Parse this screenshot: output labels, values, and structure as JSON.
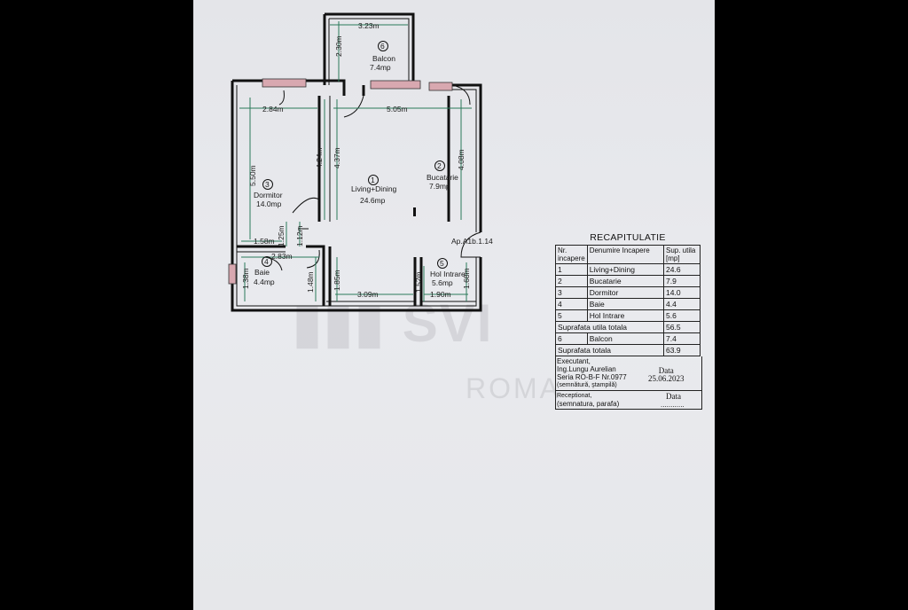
{
  "rooms": [
    {
      "num": "6",
      "name": "Balcon",
      "area": "7.4mp"
    },
    {
      "num": "1",
      "name": "Living+Dining",
      "area": "24.6mp"
    },
    {
      "num": "2",
      "name": "Bucatarie",
      "area": "7.9mp"
    },
    {
      "num": "3",
      "name": "Dormitor",
      "area": "14.0mp"
    },
    {
      "num": "4",
      "name": "Baie",
      "area": "4.4mp"
    },
    {
      "num": "5",
      "name": "Hol Intrare",
      "area": "5.6mp"
    }
  ],
  "dims": {
    "balcon_w": "3.23m",
    "balcon_h": "2.30m",
    "dorm_w": "2.84m",
    "living_w": "5.05m",
    "dorm_h": "5.50m",
    "d_424": "4.24m",
    "d_437": "4.37m",
    "buc_h": "4.08m",
    "d_158": "1.58m",
    "d_125": "1.25m",
    "d_112": "1.12m",
    "d_283": "2.83m",
    "d_148": "1.48m",
    "d_185": "1.85m",
    "d_309": "3.09m",
    "d_152": "1.52m",
    "d_190": "1.90m",
    "d_168": "1.68m",
    "d_138": "1.38m"
  },
  "apartment_label": "Ap.A1b.1.14",
  "recap": {
    "title": "RECAPITULATIE",
    "headers": [
      "Nr. incapere",
      "Denumire Incapere",
      "Sup. utila [mp]"
    ],
    "rows": [
      [
        "1",
        "Living+Dining",
        "24.6"
      ],
      [
        "2",
        "Bucatarie",
        "7.9"
      ],
      [
        "3",
        "Dormitor",
        "14.0"
      ],
      [
        "4",
        "Baie",
        "4.4"
      ],
      [
        "5",
        "Hol Intrare",
        "5.6"
      ]
    ],
    "util_total_label": "Suprafata utila totala",
    "util_total_value": "56.5",
    "balcon_row": [
      "6",
      "Balcon",
      "7.4"
    ],
    "total_label": "Suprafata totala",
    "total_value": "63.9"
  },
  "signature": {
    "line1": "Executant,",
    "line2": "Ing.Lungu Aurelian",
    "line3": "Seria RO-B-F Nr.0977",
    "line4": "(semnătură, ştampilă)",
    "date_label": "Data",
    "date_value": "25.06.2023",
    "rec_line1": "Receptionat,",
    "rec_line2": "(semnatura, parafa)",
    "rec_date_label": "Data",
    "rec_dots": "............"
  },
  "watermark": {
    "main": "SVI",
    "sub": "ROMA"
  }
}
